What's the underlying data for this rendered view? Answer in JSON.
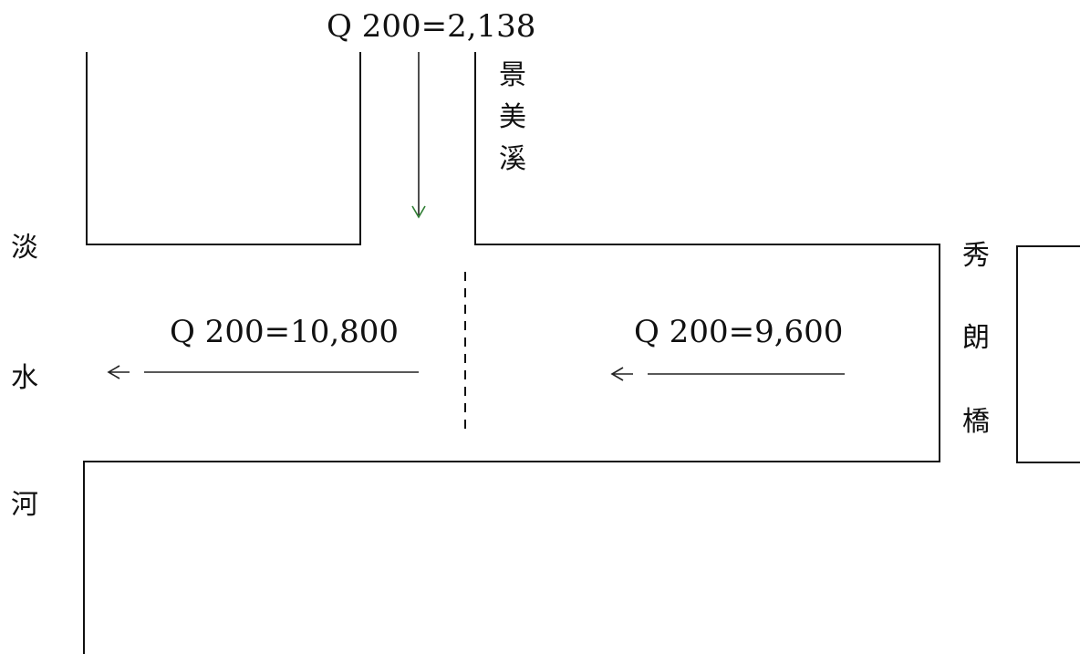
{
  "flows": {
    "tributary": "Q 200=2,138",
    "downstream": "Q 200=10,800",
    "upstream": "Q 200=9,600"
  },
  "labels": {
    "tributary_name": [
      "景",
      "美",
      "溪"
    ],
    "main_river_name": [
      "淡",
      "水",
      "河"
    ],
    "bridge_name": [
      "秀",
      "朗",
      "橋"
    ]
  },
  "colors": {
    "tributary_arrow": "#2e7d32",
    "lines": "#111111"
  }
}
